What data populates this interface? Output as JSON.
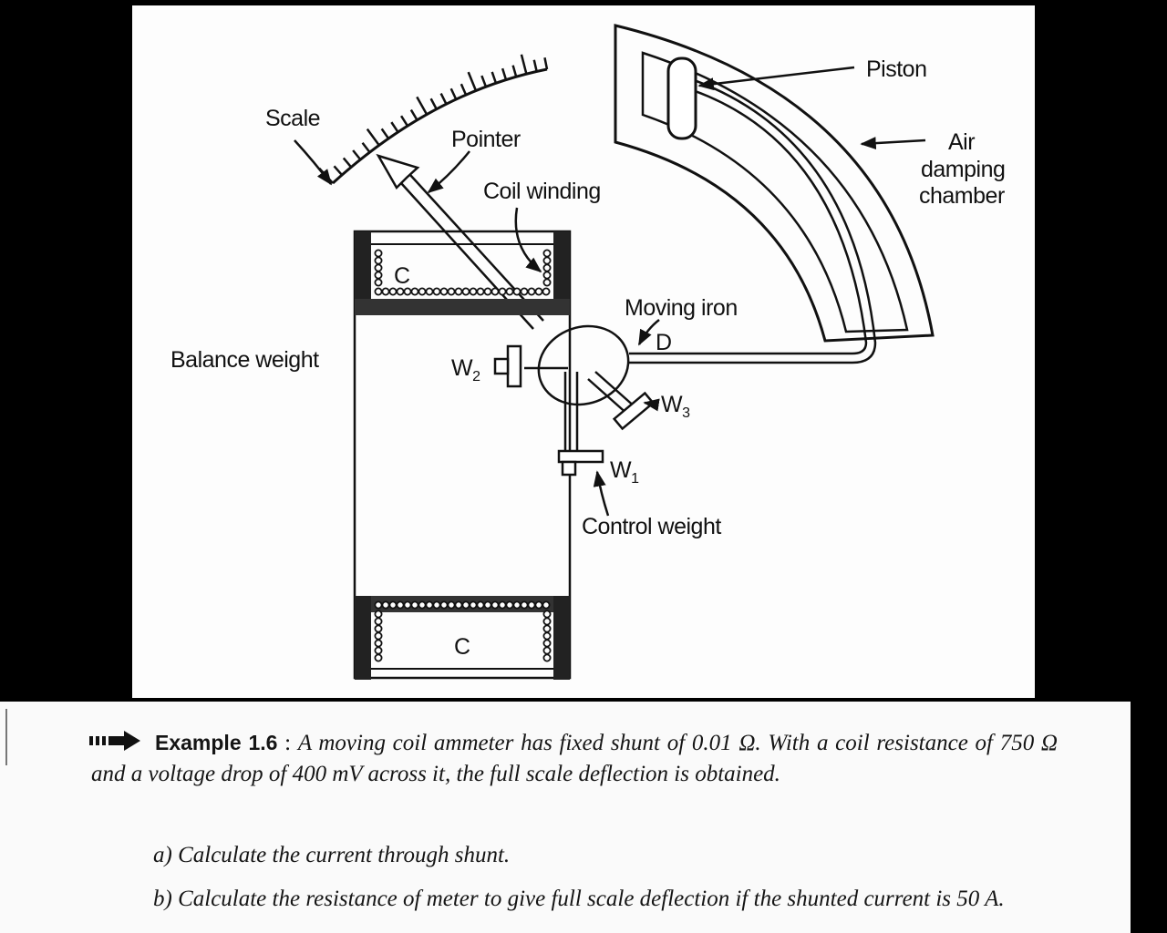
{
  "diagram": {
    "labels": {
      "scale": "Scale",
      "pointer": "Pointer",
      "coil_winding": "Coil winding",
      "piston": "Piston",
      "air_damping_chamber": [
        "Air",
        "damping",
        "chamber"
      ],
      "moving_iron": "Moving iron",
      "moving_iron_letter": "D",
      "balance_weight": "Balance weight",
      "coil_top": "C",
      "coil_bottom": "C",
      "w2": {
        "main": "W",
        "sub": "2"
      },
      "w3": {
        "main": "W",
        "sub": "3"
      },
      "w1": {
        "main": "W",
        "sub": "1"
      },
      "control_weight": "Control weight"
    }
  },
  "example": {
    "heading": "Example 1.6",
    "separator": " : ",
    "statement": "A moving coil ammeter has fixed shunt of 0.01 Ω. With a coil resistance of 750 Ω and a voltage drop of 400 mV across it, the full scale deflection is obtained.",
    "part_a": "a) Calculate the current through shunt.",
    "part_b": "b) Calculate the resistance of meter to give full scale deflection if the shunted current is 50 A."
  }
}
